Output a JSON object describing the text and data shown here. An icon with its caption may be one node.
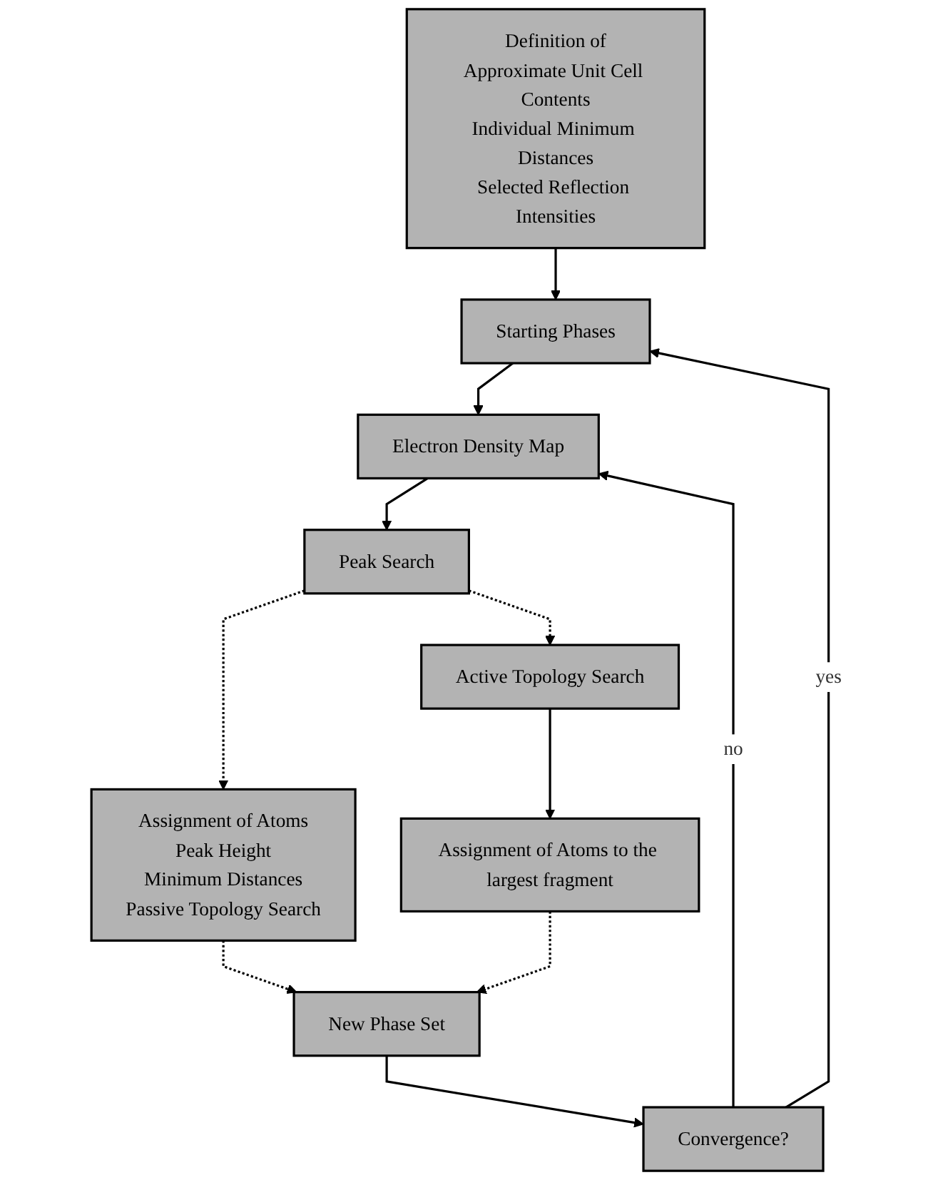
{
  "diagram": {
    "nodes": [
      {
        "text": [
          "Definition of",
          "Approximate Unit Cell Contents",
          "Individual Minimum Distances",
          "Selected Reflection Intensities"
        ]
      },
      {
        "text": [
          "Starting Phases"
        ]
      },
      {
        "text": [
          "Electron Density Map"
        ]
      },
      {
        "text": [
          "Peak Search"
        ]
      },
      {
        "text": [
          "Assignment of Atoms",
          "Peak Height",
          "Minimum Distances",
          "Passive Topology Search"
        ]
      },
      {
        "text": [
          "Active Topology Search"
        ]
      },
      {
        "text": [
          "Assignment of Atoms to the largest fragment"
        ]
      },
      {
        "text": [
          "New Phase Set"
        ]
      },
      {
        "text": [
          "Convergence?"
        ]
      }
    ],
    "edges": [
      {
        "from": 0,
        "to": 1,
        "arrow": "to"
      },
      {
        "from": 1,
        "to": 2,
        "arrow": "to"
      },
      {
        "from": 2,
        "to": 3,
        "arrow": "to"
      },
      {
        "from": 3,
        "to": 4,
        "arrow": "to",
        "style": "dashed"
      },
      {
        "from": 3,
        "to": 5,
        "arrow": "to",
        "style": "dashed"
      },
      {
        "from": 5,
        "to": 6,
        "arrow": "to"
      },
      {
        "from": 4,
        "to": 7,
        "arrow": "to",
        "style": "dashed"
      },
      {
        "from": 6,
        "to": 7,
        "arrow": "to",
        "style": "dashed"
      },
      {
        "from": 7,
        "to": 8,
        "arrow": "to"
      },
      {
        "from": 8,
        "to": 2,
        "arrow": "to",
        "label": "no"
      },
      {
        "from": 8,
        "to": 1,
        "arrow": "to",
        "label": "yes"
      }
    ]
  }
}
